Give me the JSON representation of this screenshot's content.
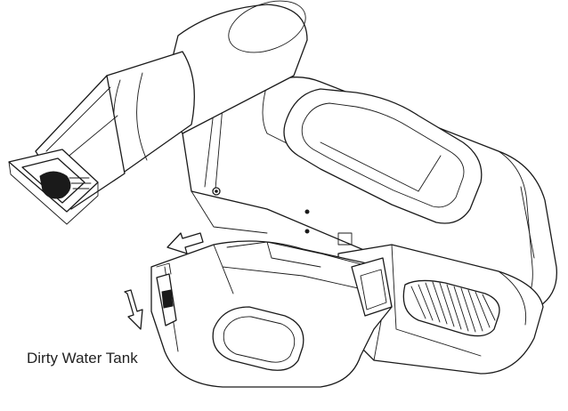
{
  "diagram": {
    "callout_label": "Dirty Water Tank",
    "line_color": "#1a1a1a",
    "background": "#ffffff",
    "arrows": [
      "removal-arrow-left",
      "removal-arrow-down"
    ]
  }
}
